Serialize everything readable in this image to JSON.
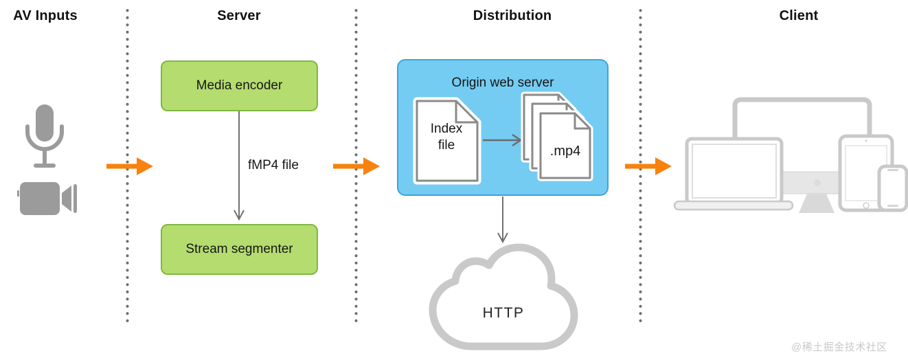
{
  "columns": [
    {
      "label": "AV Inputs"
    },
    {
      "label": "Server"
    },
    {
      "label": "Distribution"
    },
    {
      "label": "Client"
    }
  ],
  "av_inputs": {
    "icons": [
      "microphone-icon",
      "video-camera-icon"
    ]
  },
  "server": {
    "media_encoder_label": "Media encoder",
    "stream_segmenter_label": "Stream segmenter",
    "edge_label": "fMP4 file"
  },
  "distribution": {
    "origin_box_title": "Origin web server",
    "index_doc_line1": "Index",
    "index_doc_line2": "file",
    "mp4_doc_label": ".mp4",
    "cloud_label": "HTTP"
  },
  "client": {
    "icons": [
      "tv-display-icon",
      "imac-icon",
      "laptop-icon",
      "ipad-icon",
      "iphone-icon"
    ]
  },
  "flow_arrows": [
    "av-to-server",
    "server-to-distribution",
    "distribution-to-client"
  ],
  "colors": {
    "accent_orange": "#f7820d",
    "green_box_fill": "#b5dc6f",
    "green_box_border": "#7fb841",
    "blue_box_fill": "#74ccf2",
    "blue_box_border": "#3fa3d8",
    "icon_gray": "#9b9b9b",
    "device_gray": "#c9c9c9",
    "connector_gray": "#6e6e6e"
  },
  "watermark": "@稀土掘金技术社区"
}
